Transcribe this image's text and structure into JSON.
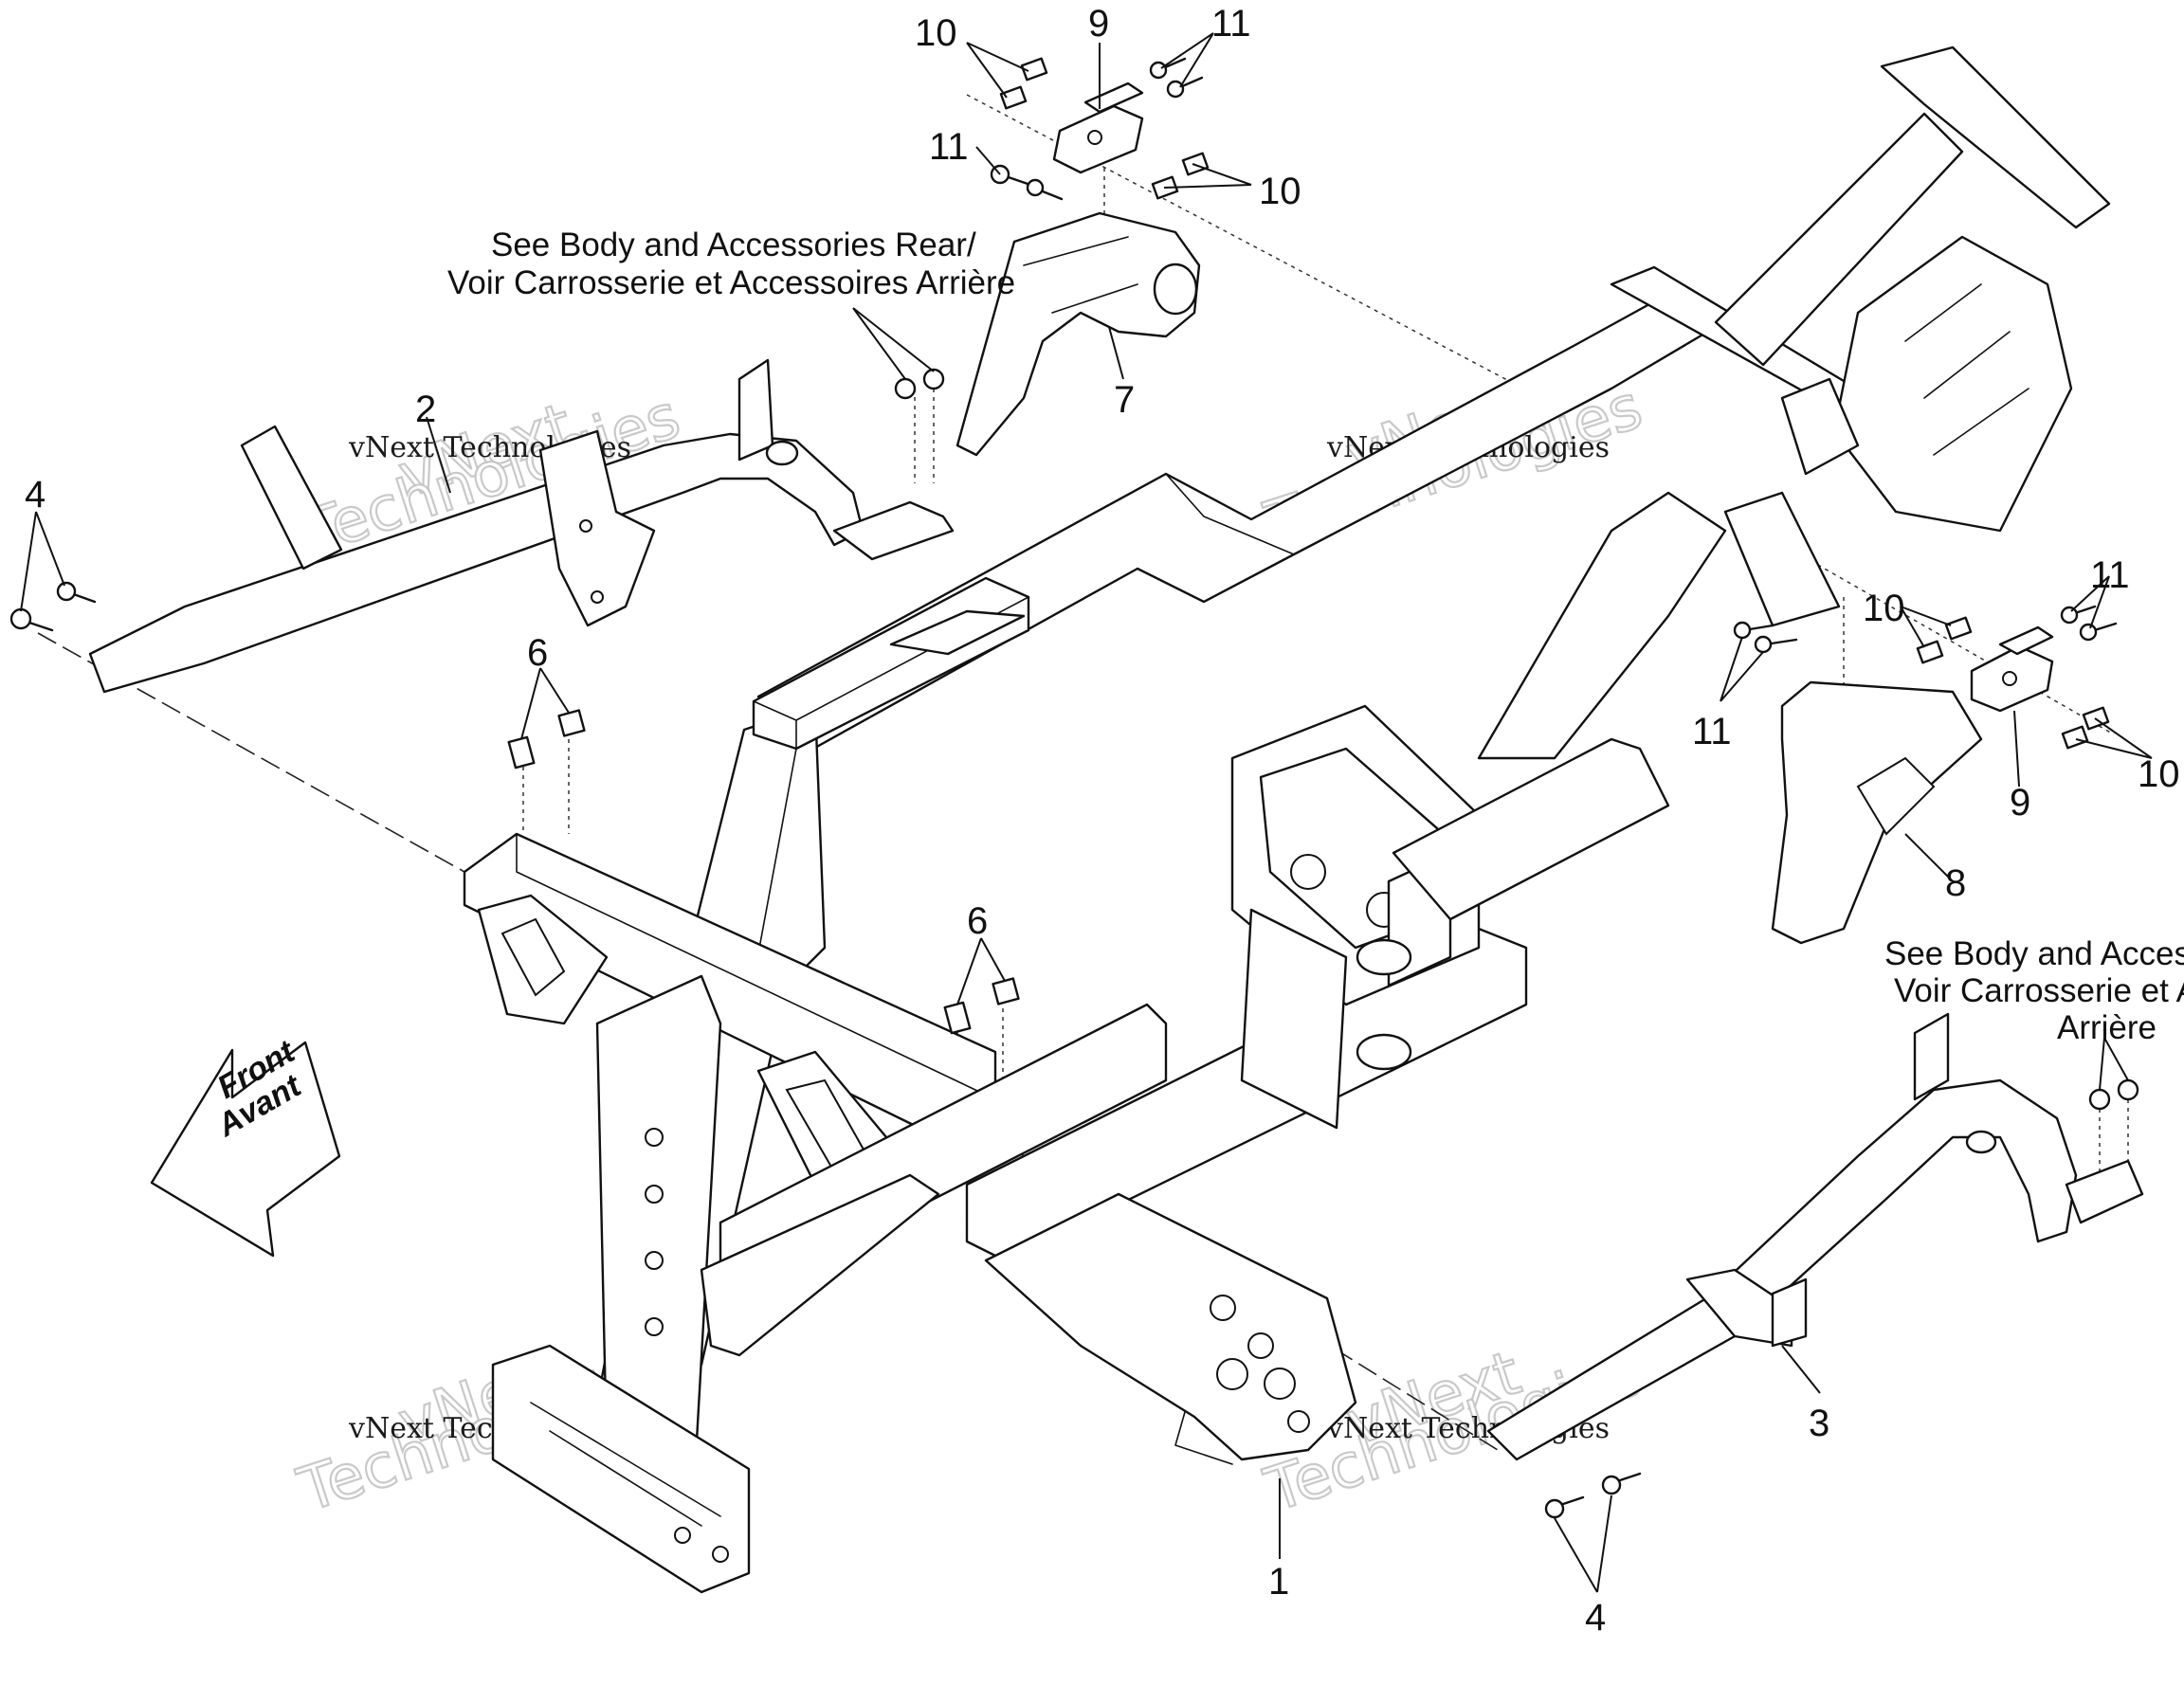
{
  "callouts": {
    "c10a": "10",
    "c9a": "9",
    "c11a": "11",
    "c11b": "11",
    "c10b": "10",
    "c2": "2",
    "c4a": "4",
    "c7": "7",
    "c6a": "6",
    "c6b": "6",
    "c11c": "11",
    "c10c": "10",
    "c11d": "11",
    "c9b": "9",
    "c10d": "10",
    "c8": "8",
    "c3": "3",
    "c1": "1",
    "c4b": "4"
  },
  "notes": {
    "rear_top_line1": "See Body and Accessories Rear/",
    "rear_top_line2": "Voir Carrosserie et Accessoires Arrière",
    "right_line1": "See Body and Accesso",
    "right_line2": "Voir Carrosserie et Ac",
    "right_line3": "Arrière"
  },
  "direction_arrow": {
    "line1": "Front",
    "line2": "Avant"
  },
  "watermark": {
    "small": "vNext Technologies",
    "big_top": "vNext",
    "big_bottom": "Technologies"
  }
}
